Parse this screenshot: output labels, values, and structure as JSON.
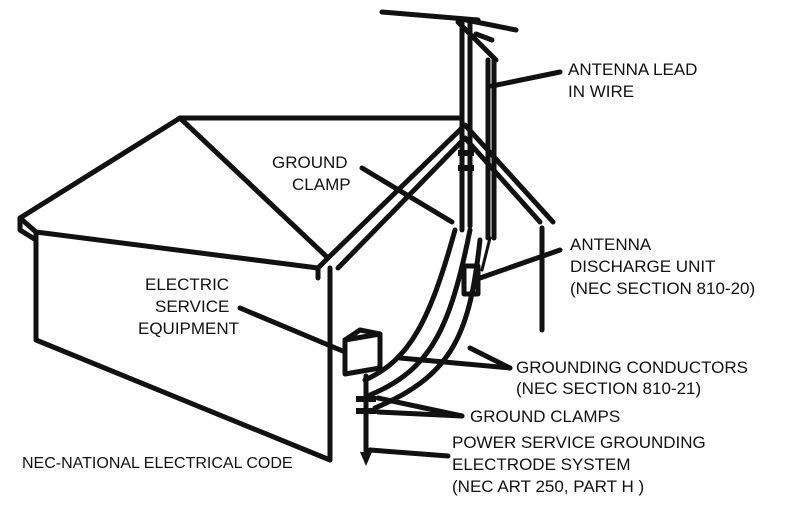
{
  "labels": {
    "antenna_lead": [
      "ANTENNA LEAD",
      "IN WIRE"
    ],
    "ground_clamp": [
      "GROUND",
      "CLAMP"
    ],
    "electric_service": [
      "ELECTRIC",
      "SERVICE",
      "EQUIPMENT"
    ],
    "discharge_unit": [
      "ANTENNA",
      "DISCHARGE UNIT",
      "(NEC SECTION 810-20)"
    ],
    "grounding_conductors": [
      "GROUNDING CONDUCTORS",
      "(NEC SECTION 810-21)"
    ],
    "ground_clamps": [
      "GROUND CLAMPS"
    ],
    "power_service": [
      "POWER SERVICE GROUNDING",
      "ELECTRODE SYSTEM",
      "(NEC ART 250, PART H )"
    ],
    "nec_note": "NEC-NATIONAL ELECTRICAL CODE"
  }
}
